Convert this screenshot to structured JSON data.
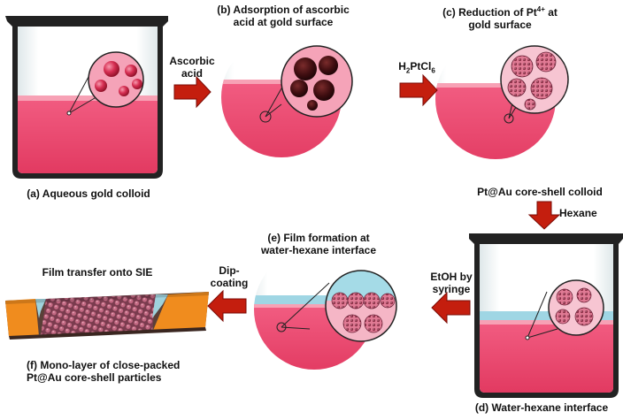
{
  "panels": {
    "a": {
      "caption": "(a) Aqueous gold colloid"
    },
    "b": {
      "line1": "(b) Adsorption of ascorbic",
      "line2": "acid at gold surface"
    },
    "c": {
      "line1_pre": "(c) Reduction of Pt",
      "line1_sup": "4+",
      "line1_post": " at",
      "line2": "gold surface",
      "caption": "Pt@Au core-shell colloid"
    },
    "d": {
      "caption": "(d) Water-hexane interface"
    },
    "e": {
      "line1": "(e) Film formation at",
      "line2": "water-hexane interface"
    },
    "f": {
      "title": "Film transfer onto SIE",
      "line1": "(f) Mono-layer of close-packed",
      "line2": "Pt@Au core-shell particles"
    }
  },
  "arrows": {
    "a_to_b": {
      "line1": "Ascorbic",
      "line2": "acid"
    },
    "b_to_c": {
      "pre": "H",
      "sub1": "2",
      "mid": "PtCl",
      "sub2": "6"
    },
    "c_to_d": {
      "label": "Hexane"
    },
    "d_to_e": {
      "line1": "EtOH by",
      "line2": "syringe"
    },
    "e_to_f": {
      "line1": "Dip-",
      "line2": "coating"
    }
  },
  "colors": {
    "liquid": "#e8436a",
    "liquid_light": "#f6a3b6",
    "arrow": "#c41e0e",
    "hexane": "#cfeef5",
    "electrode": "#f08c1e",
    "gold_particle": "#b81e3a",
    "coated_particle": "#f2b8c8"
  }
}
